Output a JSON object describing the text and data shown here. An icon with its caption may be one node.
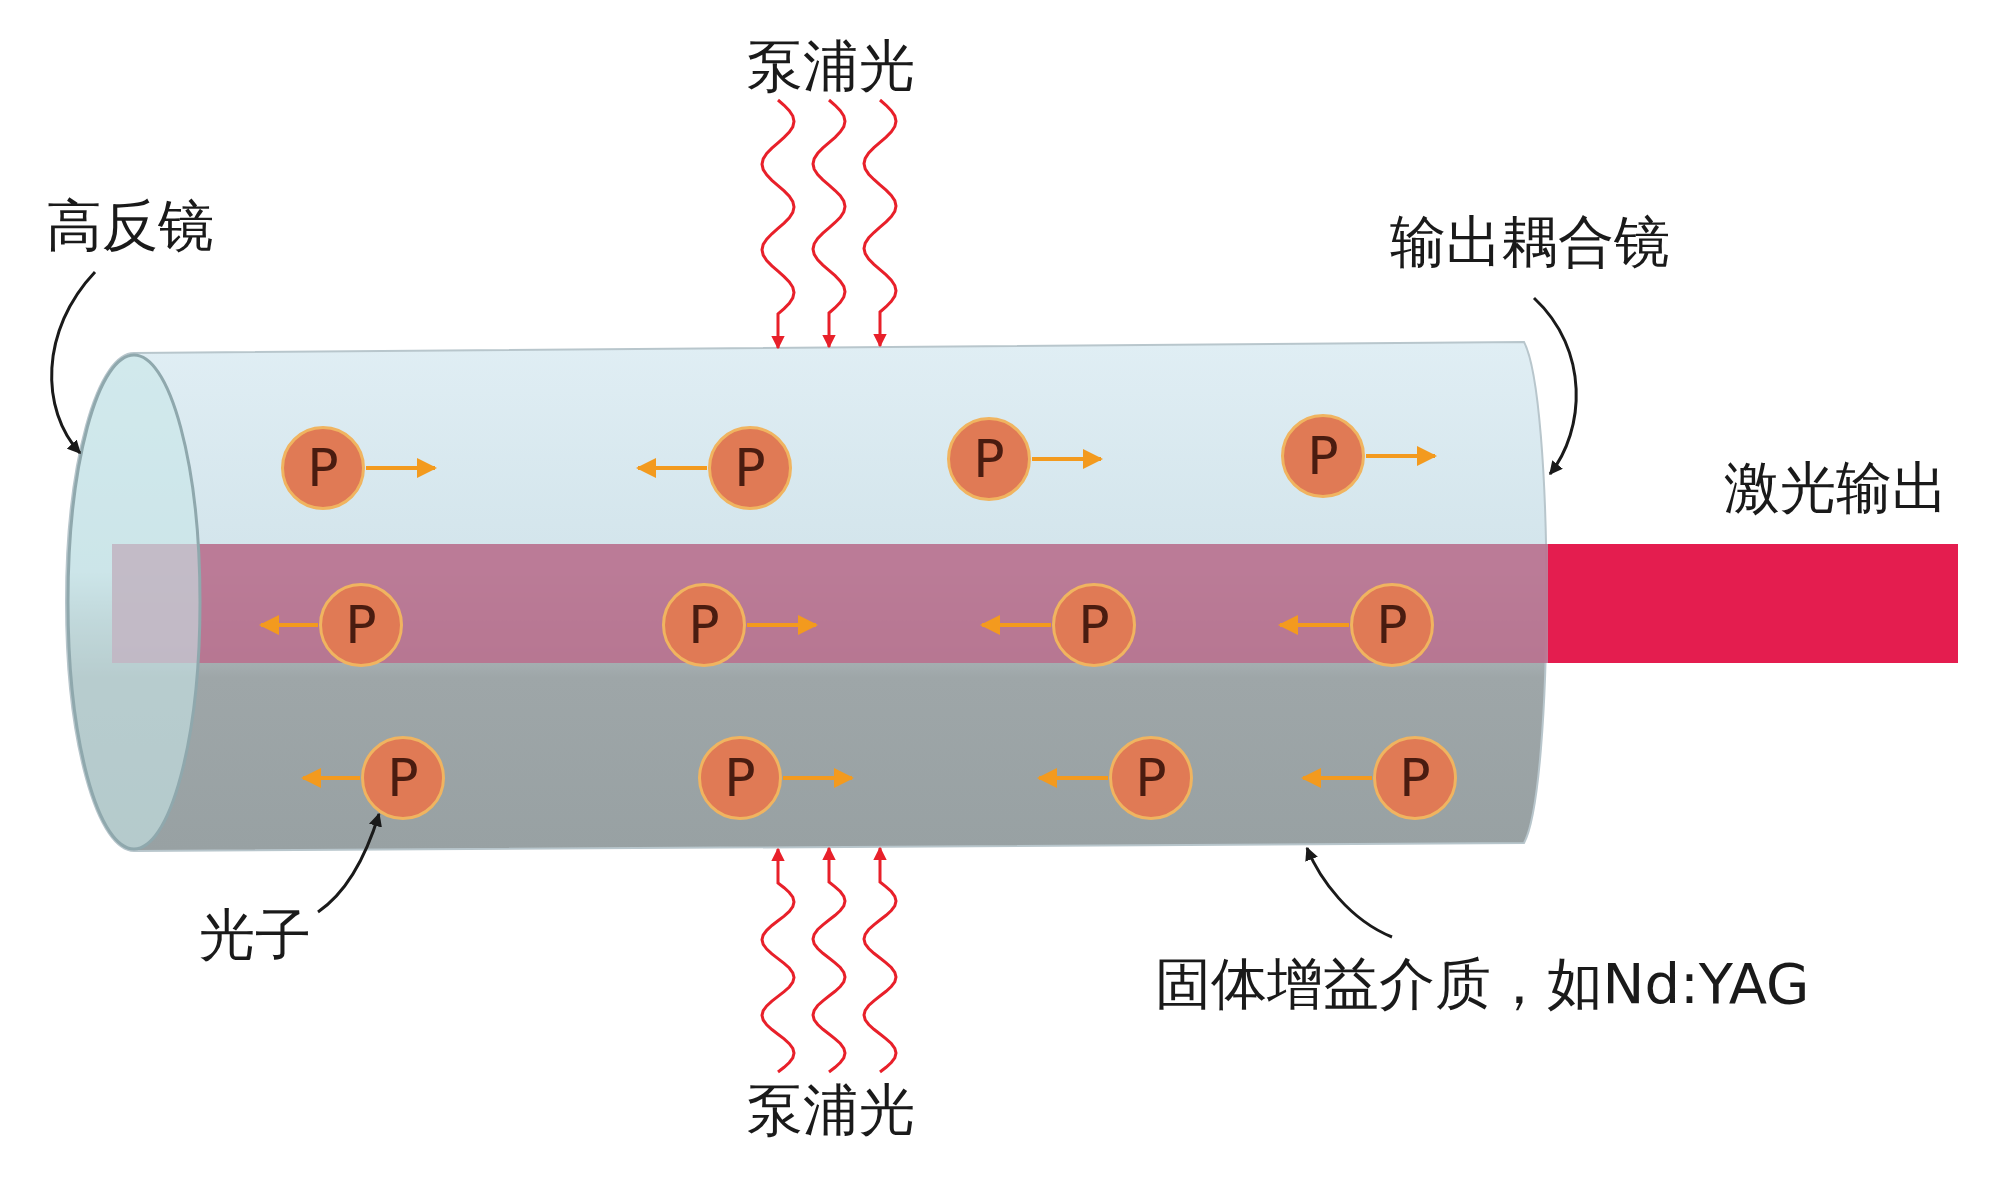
{
  "diagram": {
    "nodes": [
      {
        "text": [
          "泵浦光"
        ]
      },
      {
        "text": [
          "高反镜"
        ]
      },
      {
        "text": [
          "输出耦合镜"
        ]
      },
      {
        "text": [],
        "shape": "cylinder"
      },
      {
        "text": [],
        "shape": "ellipse",
        "in": 3
      },
      {
        "text": [
          "P"
        ],
        "in": 3
      },
      {
        "text": [
          "P"
        ],
        "in": 3
      },
      {
        "text": [
          "P"
        ],
        "in": 3
      },
      {
        "text": [
          "P"
        ],
        "in": 3
      },
      {
        "text": [
          "P"
        ],
        "in": 3
      },
      {
        "text": [
          "P"
        ],
        "in": 3
      },
      {
        "text": [
          "P"
        ],
        "in": 3
      },
      {
        "text": [
          "P"
        ],
        "in": 3
      },
      {
        "text": [
          "P"
        ],
        "in": 3
      },
      {
        "text": [
          "P"
        ],
        "in": 3
      },
      {
        "text": [
          "P"
        ],
        "in": 3
      },
      {
        "text": [
          "P"
        ],
        "in": 3
      },
      {
        "text": [
          "光子"
        ]
      },
      {
        "text": [
          "固体增益介质，如Nd:YAG"
        ]
      },
      {
        "text": [
          "泵浦光"
        ]
      },
      {
        "text": [],
        "shape": "bar"
      }
    ],
    "edges": [
      {
        "from": 1,
        "to": 4,
        "arrow": "to",
        "color": "#1a1a1a"
      },
      {
        "from": 2,
        "to": 3,
        "arrow": "to",
        "color": "#1a1a1a"
      },
      {
        "from": 17,
        "to": 13,
        "arrow": "to",
        "color": "#1a1a1a"
      },
      {
        "from": 18,
        "to": 3,
        "arrow": "to",
        "color": "#1a1a1a"
      },
      {
        "from": 0,
        "to": 3,
        "arrow": "to"
      },
      {
        "from": 0,
        "to": 3,
        "arrow": "to"
      },
      {
        "from": 0,
        "to": 3,
        "arrow": "to"
      },
      {
        "from": 19,
        "to": 3,
        "arrow": "to"
      },
      {
        "from": 19,
        "to": 3,
        "arrow": "to"
      },
      {
        "from": 19,
        "to": 3,
        "arrow": "to"
      }
    ],
    "labels": [
      "激光输出"
    ]
  }
}
